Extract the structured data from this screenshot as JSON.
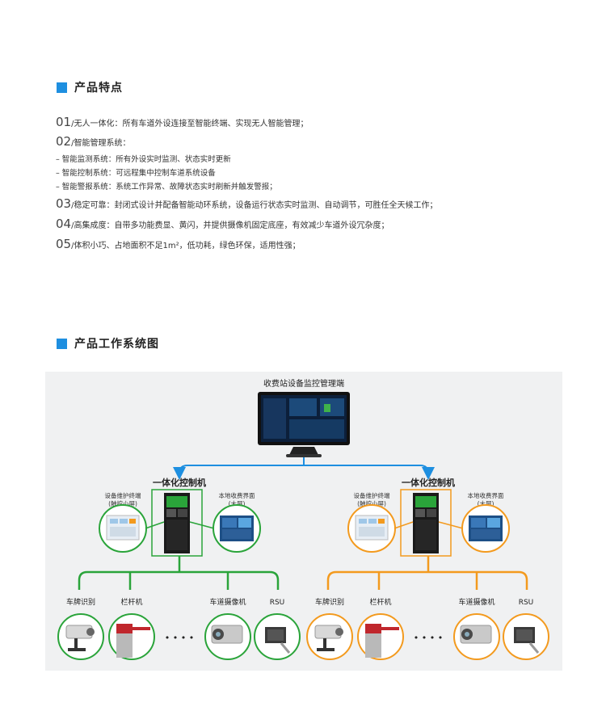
{
  "features_heading": "产品特点",
  "features": [
    {
      "num": "01",
      "text": "/无人一体化：所有车道外设连接至智能终端、实现无人智能管理；"
    },
    {
      "num": "02",
      "text": "/智能管理系统："
    },
    {
      "num": "03",
      "text": "/稳定可靠：封闭式设计并配备智能动环系统，设备运行状态实时监测、自动调节，可胜任全天候工作；"
    },
    {
      "num": "04",
      "text": "/高集成度：自带多功能费显、黄闪，并提供摄像机固定底座，有效减少车道外设冗杂度；"
    },
    {
      "num": "05",
      "text": "/体积小巧、占地面积不足1m²，低功耗，绿色环保，适用性强；"
    }
  ],
  "subfeatures": [
    "– 智能监测系统：所有外设实时监测、状态实时更新",
    "– 智能控制系统：可远程集中控制车道系统设备",
    "– 智能警报系统：系统工作异常、故障状态实时刷新并触发警报；"
  ],
  "diagram_heading": "产品工作系统图",
  "diagram": {
    "monitor_title": "收费站设备监控管理端",
    "left_group": {
      "controller": "一体化控制机",
      "maint_terminal": "设备维护终端",
      "maint_terminal_sub": "(触控小屏)",
      "local_ui": "本地收费界面",
      "local_ui_sub": "(大屏)",
      "devices": [
        "车牌识别",
        "栏杆机",
        "车道摄像机",
        "RSU"
      ]
    },
    "right_group": {
      "controller": "一体化控制机",
      "maint_terminal": "设备维护终端",
      "maint_terminal_sub": "(触控小屏)",
      "local_ui": "本地收费界面",
      "local_ui_sub": "(大屏)",
      "devices": [
        "车牌识别",
        "栏杆机",
        "车道摄像机",
        "RSU"
      ]
    },
    "ellipsis": "• • • •",
    "colors": {
      "blue": "#1e8fe0",
      "green": "#2aa43a",
      "orange": "#f39a1e",
      "panel": "#f0f1f2"
    }
  }
}
